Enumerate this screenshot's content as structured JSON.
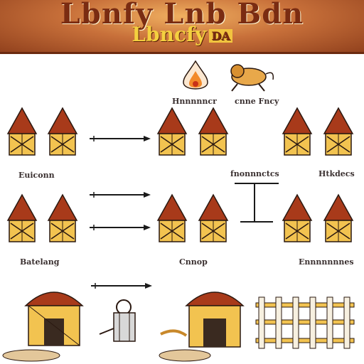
{
  "banner": {
    "title": "Lbnfy Lnb Bdn",
    "subtitle": "Lbncfy",
    "tag": "DA"
  },
  "labels": {
    "icon_left": "Hnnnnncr",
    "icon_right": "cnne Fncy",
    "row1_left": "Euiconn",
    "row1_middle": "fnonnnctcs",
    "row1_right": "Htkdecs",
    "row2_left": "Batelang",
    "row2_middle": "Cnnop",
    "row2_right": "Ennnnnnnes"
  },
  "icons": [
    "fire-drop-icon",
    "lion-icon",
    "lantern-icon",
    "fence-icon"
  ],
  "colors": {
    "roof": "#a83a1a",
    "wall": "#f2c350",
    "banner": "#a8562a"
  }
}
